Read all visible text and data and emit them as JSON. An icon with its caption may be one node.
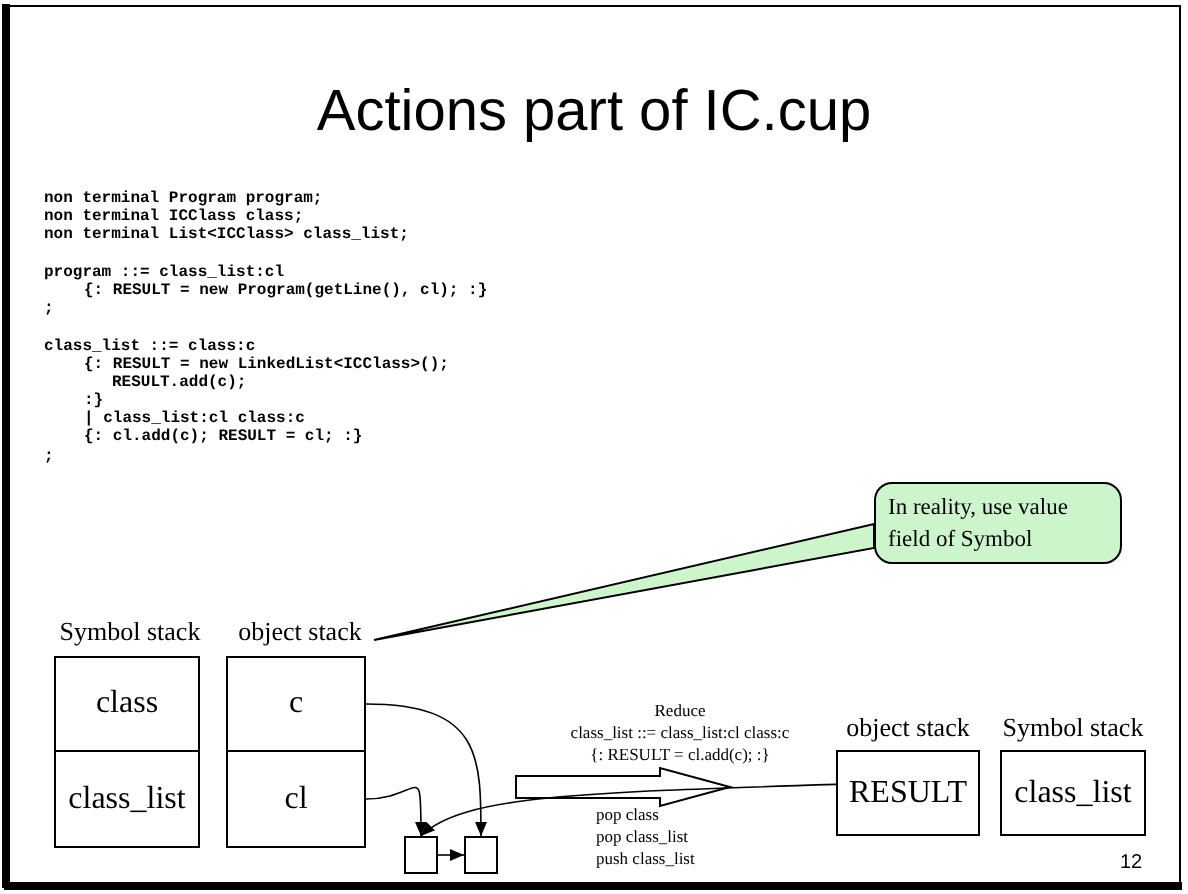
{
  "diagram": {
    "title": "Actions part of IC.cup",
    "nodes": [
      {
        "text": [
          "In reality, use value field of Symbol"
        ]
      },
      {
        "text": [
          "Symbol stack"
        ]
      },
      {
        "text": [
          "class"
        ],
        "in": 1
      },
      {
        "text": [
          "class_list"
        ],
        "in": 1
      },
      {
        "text": [
          "object stack"
        ]
      },
      {
        "text": [
          "c"
        ],
        "in": 4
      },
      {
        "text": [
          "cl"
        ],
        "in": 4
      },
      {
        "text": [],
        "shape": "box"
      },
      {
        "text": [],
        "shape": "box"
      },
      {
        "text": [
          "RESULT"
        ],
        "beside": [
          "object stack"
        ]
      },
      {
        "text": [
          "class_list"
        ],
        "beside": [
          "Symbol stack"
        ]
      }
    ],
    "edges": [
      {
        "from": 0,
        "to": 4,
        "arrow": "none"
      },
      {
        "from": 5,
        "to": 8,
        "arrow": "to"
      },
      {
        "from": 6,
        "to": 7,
        "arrow": "to"
      },
      {
        "from": 7,
        "to": 8,
        "arrow": "to"
      },
      {
        "from": 9,
        "to": 7,
        "arrow": "to"
      }
    ],
    "labels": [
      "non terminal Program program;",
      "non terminal ICClass class;",
      "non terminal List<ICClass> class_list;",
      "program ::= class_list:cl",
      "{: RESULT = new Program(getLine(), cl); :}",
      ";",
      "class_list ::= class:c",
      "{: RESULT = new LinkedList<ICClass>();",
      "RESULT.add(c);",
      ":}",
      "| class_list:cl class:c",
      "{: cl.add(c); RESULT = cl; :}",
      ";",
      "Reduce",
      "class_list ::= class_list:cl class:c",
      "{: RESULT = cl.add(c); :}",
      "pop class",
      "pop class_list",
      "push class_list",
      "12"
    ]
  }
}
